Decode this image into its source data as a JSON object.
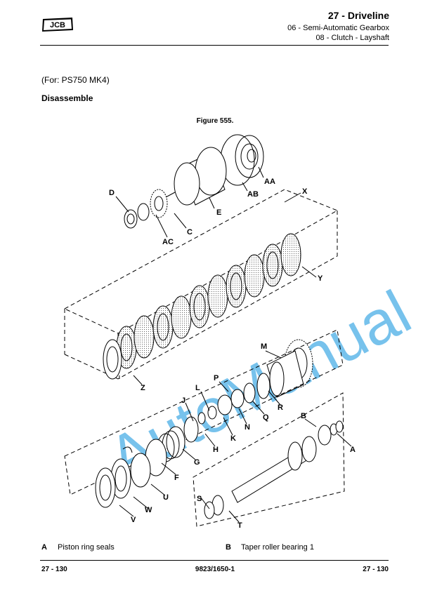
{
  "header": {
    "brand": "JCB",
    "title": "27 - Driveline",
    "subtitle1": "06 - Semi-Automatic Gearbox",
    "subtitle2": "08 - Clutch - Layshaft"
  },
  "content": {
    "applicability": "(For: PS750 MK4)",
    "heading": "Disassemble",
    "figure_title": "Figure 555."
  },
  "figure": {
    "callouts": [
      "D",
      "AA",
      "AB",
      "E",
      "X",
      "C",
      "AC",
      "Y",
      "M",
      "Z",
      "P",
      "L",
      "J",
      "R",
      "N",
      "Q",
      "K",
      "B",
      "H",
      "A",
      "G",
      "F",
      "U",
      "W",
      "V",
      "S",
      "T"
    ],
    "watermark": "AutoManual"
  },
  "legend": [
    {
      "letter": "A",
      "text": "Piston ring seals"
    },
    {
      "letter": "B",
      "text": "Taper roller bearing 1"
    }
  ],
  "footer": {
    "left": "27 - 130",
    "center": "9823/1650-1",
    "right": "27 - 130"
  }
}
